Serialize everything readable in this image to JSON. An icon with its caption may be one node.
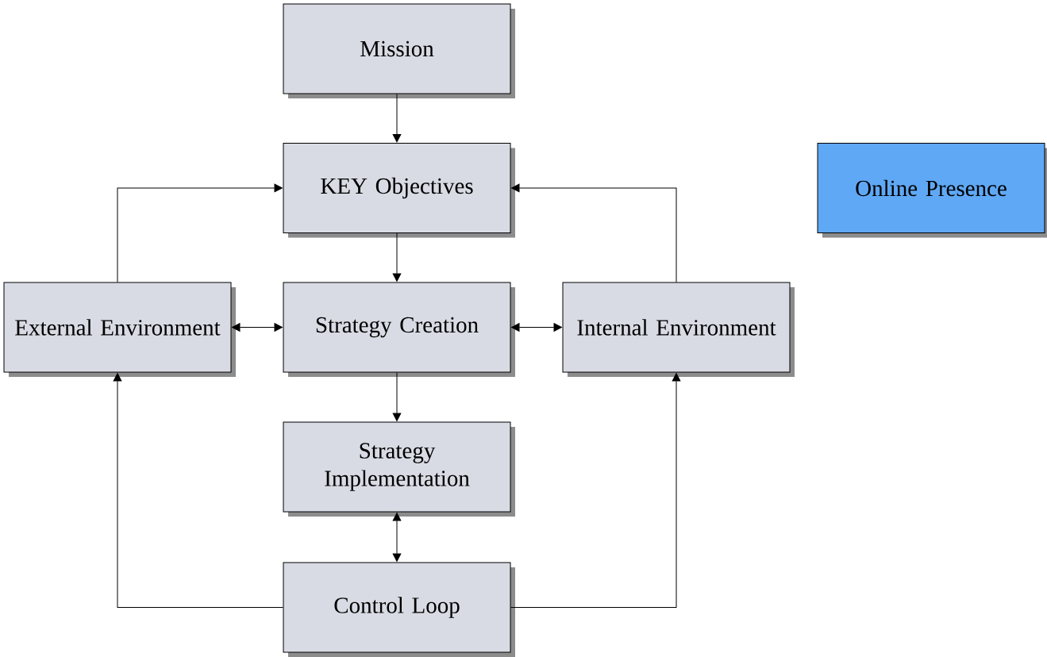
{
  "diagram": {
    "nodes": [
      {
        "text": [
          "Mission"
        ]
      },
      {
        "text": [
          "KEY Objectives"
        ]
      },
      {
        "text": [
          "Online Presence"
        ]
      },
      {
        "text": [
          "External Environment"
        ]
      },
      {
        "text": [
          "Strategy Creation"
        ]
      },
      {
        "text": [
          "Internal Environment"
        ]
      },
      {
        "text": [
          "Strategy Implementation"
        ]
      },
      {
        "text": [
          "Control Loop"
        ]
      }
    ],
    "edges": [
      {
        "from": 0,
        "to": 1,
        "arrow": "to"
      },
      {
        "from": 3,
        "to": 1,
        "arrow": "to"
      },
      {
        "from": 5,
        "to": 1,
        "arrow": "to"
      },
      {
        "from": 1,
        "to": 4,
        "arrow": "to"
      },
      {
        "from": 4,
        "to": 3,
        "arrow": "both"
      },
      {
        "from": 4,
        "to": 5,
        "arrow": "both"
      },
      {
        "from": 4,
        "to": 6,
        "arrow": "to"
      },
      {
        "from": 6,
        "to": 7,
        "arrow": "both"
      },
      {
        "from": 7,
        "to": 3,
        "arrow": "to"
      },
      {
        "from": 7,
        "to": 5,
        "arrow": "to"
      }
    ]
  }
}
